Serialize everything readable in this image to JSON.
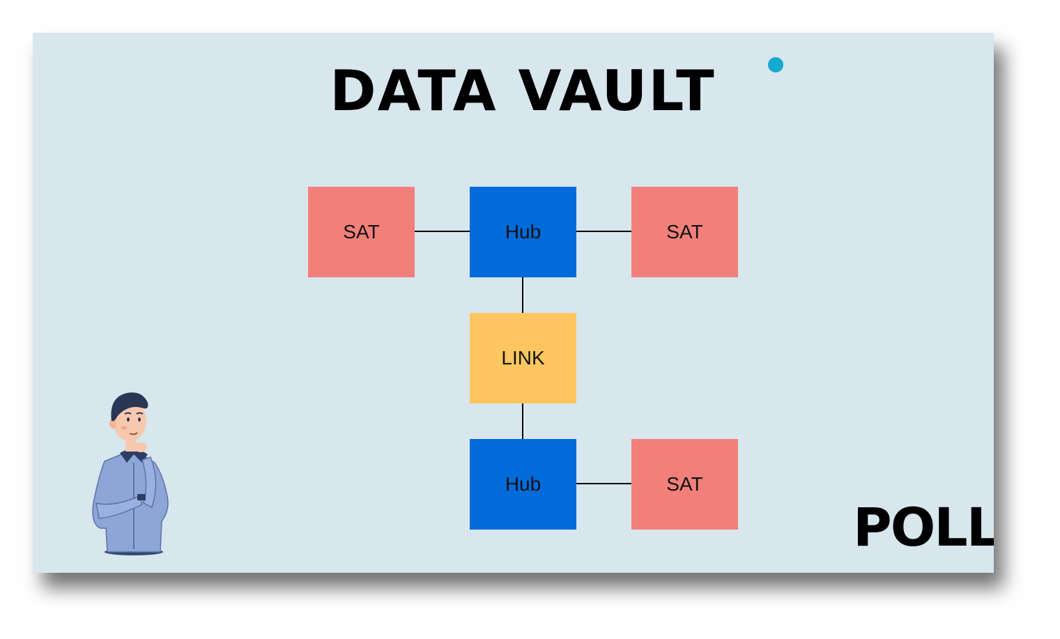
{
  "slide": {
    "title": "DATA VAULT",
    "corner_label": "POLL",
    "accent_dot_color": "#14a9cf",
    "background_color": "#d8e6ee"
  },
  "diagram": {
    "colors": {
      "sat": "#f2807a",
      "hub": "#006bd9",
      "link": "#fec660"
    },
    "nodes": [
      {
        "id": "sat-top-left",
        "label": "SAT",
        "kind": "sat"
      },
      {
        "id": "hub-top",
        "label": "Hub",
        "kind": "hub"
      },
      {
        "id": "sat-top-right",
        "label": "SAT",
        "kind": "sat"
      },
      {
        "id": "link",
        "label": "LINK",
        "kind": "link"
      },
      {
        "id": "hub-bottom",
        "label": "Hub",
        "kind": "hub"
      },
      {
        "id": "sat-bottom-right",
        "label": "SAT",
        "kind": "sat"
      }
    ],
    "edges": [
      [
        "sat-top-left",
        "hub-top"
      ],
      [
        "hub-top",
        "sat-top-right"
      ],
      [
        "hub-top",
        "link"
      ],
      [
        "link",
        "hub-bottom"
      ],
      [
        "hub-bottom",
        "sat-bottom-right"
      ]
    ]
  },
  "illustration": {
    "icon": "thinking-person-icon"
  }
}
